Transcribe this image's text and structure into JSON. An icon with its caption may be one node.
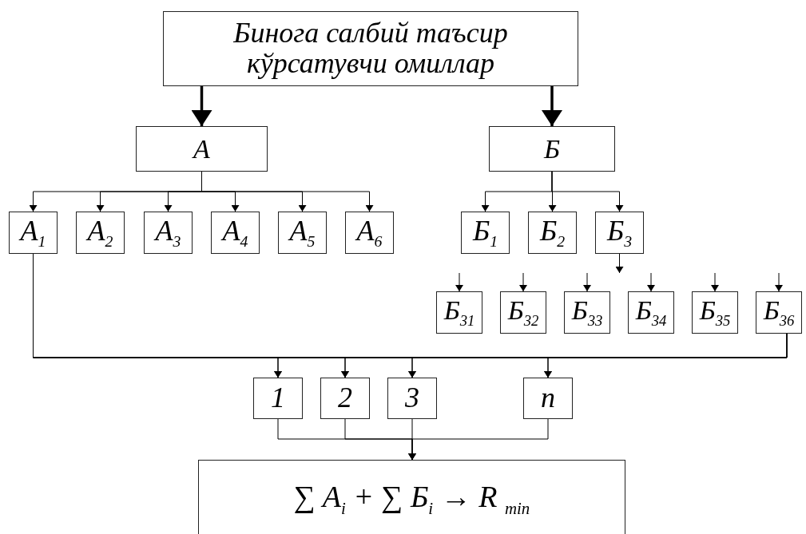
{
  "diagram": {
    "nodes": [
      {
        "text": [
          "Бинога салбий таъсир кўрсатувчи омиллар"
        ]
      },
      {
        "text": [
          "А"
        ]
      },
      {
        "text": [
          "Б"
        ]
      },
      {
        "text": [
          "А$_{1}$"
        ]
      },
      {
        "text": [
          "А$_{2}$"
        ]
      },
      {
        "text": [
          "А$_{3}$"
        ]
      },
      {
        "text": [
          "А$_{4}$"
        ]
      },
      {
        "text": [
          "А$_{5}$"
        ]
      },
      {
        "text": [
          "А$_{6}$"
        ]
      },
      {
        "text": [
          "Б$_{1}$"
        ]
      },
      {
        "text": [
          "Б$_{2}$"
        ]
      },
      {
        "text": [
          "Б$_{3}$"
        ]
      },
      {
        "text": [
          "Б$_{31}$"
        ]
      },
      {
        "text": [
          "Б$_{32}$"
        ]
      },
      {
        "text": [
          "Б$_{33}$"
        ]
      },
      {
        "text": [
          "Б$_{34}$"
        ]
      },
      {
        "text": [
          "Б$_{35}$"
        ]
      },
      {
        "text": [
          "Б$_{36}$"
        ]
      },
      {
        "text": [
          "1"
        ]
      },
      {
        "text": [
          "2"
        ]
      },
      {
        "text": [
          "3"
        ]
      },
      {
        "text": [
          "n"
        ]
      },
      {
        "text": [
          "∑ A$_{i}$ + ∑ Б$_{i}$ → R $_{min}$"
        ]
      }
    ],
    "edges": [
      {
        "from": 0,
        "to": 1,
        "arrow": "to",
        "style": "thick"
      },
      {
        "from": 0,
        "to": 2,
        "arrow": "to",
        "style": "thick"
      },
      {
        "from": 1,
        "to": 3,
        "arrow": "to"
      },
      {
        "from": 1,
        "to": 4,
        "arrow": "to"
      },
      {
        "from": 1,
        "to": 5,
        "arrow": "to"
      },
      {
        "from": 1,
        "to": 6,
        "arrow": "to"
      },
      {
        "from": 1,
        "to": 7,
        "arrow": "to"
      },
      {
        "from": 1,
        "to": 8,
        "arrow": "to"
      },
      {
        "from": 2,
        "to": 9,
        "arrow": "to"
      },
      {
        "from": 2,
        "to": 10,
        "arrow": "to"
      },
      {
        "from": 2,
        "to": 11,
        "arrow": "to"
      },
      {
        "from": 11,
        "to": null,
        "arrow": "to"
      },
      {
        "from": null,
        "to": 12,
        "arrow": "to"
      },
      {
        "from": null,
        "to": 13,
        "arrow": "to"
      },
      {
        "from": null,
        "to": 14,
        "arrow": "to"
      },
      {
        "from": null,
        "to": 15,
        "arrow": "to"
      },
      {
        "from": null,
        "to": 16,
        "arrow": "to"
      },
      {
        "from": null,
        "to": 17,
        "arrow": "to"
      },
      {
        "from": 3,
        "to": 18,
        "arrow": "to"
      },
      {
        "from": 3,
        "to": 19,
        "arrow": "to"
      },
      {
        "from": 3,
        "to": 20,
        "arrow": "to"
      },
      {
        "from": 3,
        "to": 21,
        "arrow": "to"
      },
      {
        "from": 17,
        "to": 18,
        "arrow": "to"
      },
      {
        "from": 17,
        "to": 19,
        "arrow": "to"
      },
      {
        "from": 17,
        "to": 20,
        "arrow": "to"
      },
      {
        "from": 17,
        "to": 21,
        "arrow": "to"
      },
      {
        "from": 18,
        "to": 22,
        "arrow": "to"
      },
      {
        "from": 19,
        "to": 22,
        "arrow": "to"
      },
      {
        "from": 20,
        "to": 22,
        "arrow": "to"
      },
      {
        "from": 21,
        "to": 22,
        "arrow": "to"
      }
    ]
  }
}
